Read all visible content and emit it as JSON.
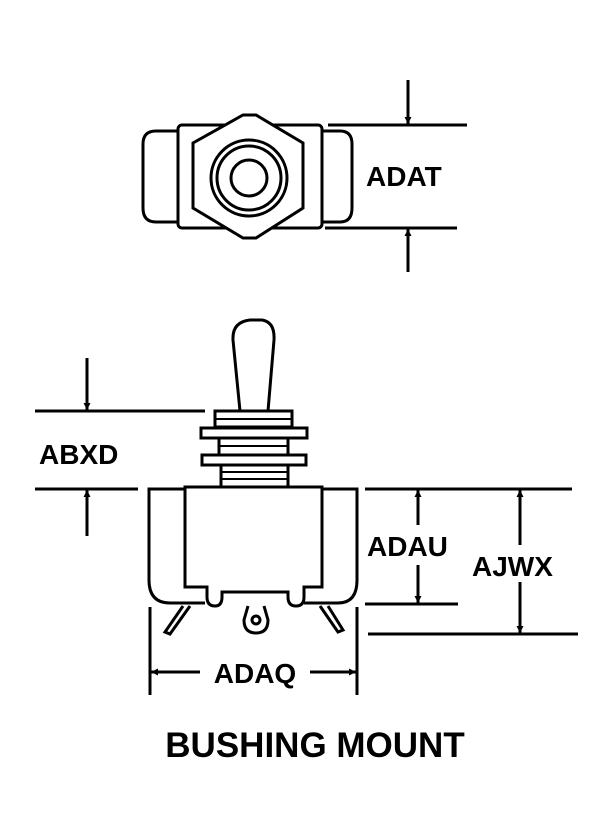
{
  "title": "BUSHING MOUNT",
  "dimensions": {
    "top_height": "ADAT",
    "bushing_length": "ABXD",
    "body_height": "ADAU",
    "overall_height": "AJWX",
    "body_width": "ADAQ"
  },
  "colors": {
    "line": "#000000",
    "background": "#ffffff"
  }
}
